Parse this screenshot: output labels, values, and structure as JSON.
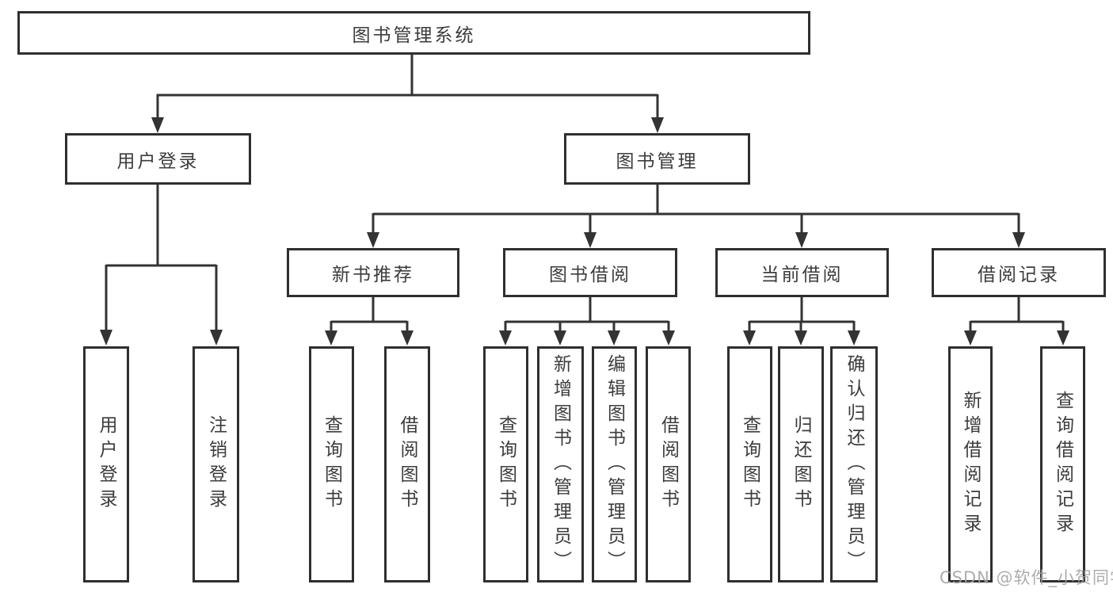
{
  "diagram": {
    "root": {
      "label": "图书管理系统"
    },
    "branches": [
      {
        "label": "用户登录",
        "children": [
          {
            "label": "用户登录"
          },
          {
            "label": "注销登录"
          }
        ]
      },
      {
        "label": "图书管理",
        "children": [
          {
            "label": "新书推荐",
            "children": [
              {
                "label": "查询图书"
              },
              {
                "label": "借阅图书"
              }
            ]
          },
          {
            "label": "图书借阅",
            "children": [
              {
                "label": "查询图书"
              },
              {
                "label": "新增图书（管理员）"
              },
              {
                "label": "编辑图书（管理员）"
              },
              {
                "label": "借阅图书"
              }
            ]
          },
          {
            "label": "当前借阅",
            "children": [
              {
                "label": "查询图书"
              },
              {
                "label": "归还图书"
              },
              {
                "label": "确认归还（管理员）"
              }
            ]
          },
          {
            "label": "借阅记录",
            "children": [
              {
                "label": "新增借阅记录"
              },
              {
                "label": "查询借阅记录"
              }
            ]
          }
        ]
      }
    ]
  },
  "watermark": {
    "text": "CSDN @软件_小贺同学"
  },
  "colors": {
    "line": "#333333",
    "box_border": "#2f2f2f",
    "box_background": "#ffffff",
    "text": "#3c3c3c",
    "watermark_text": "#a2a2a2",
    "page_background": "#ffffff"
  }
}
